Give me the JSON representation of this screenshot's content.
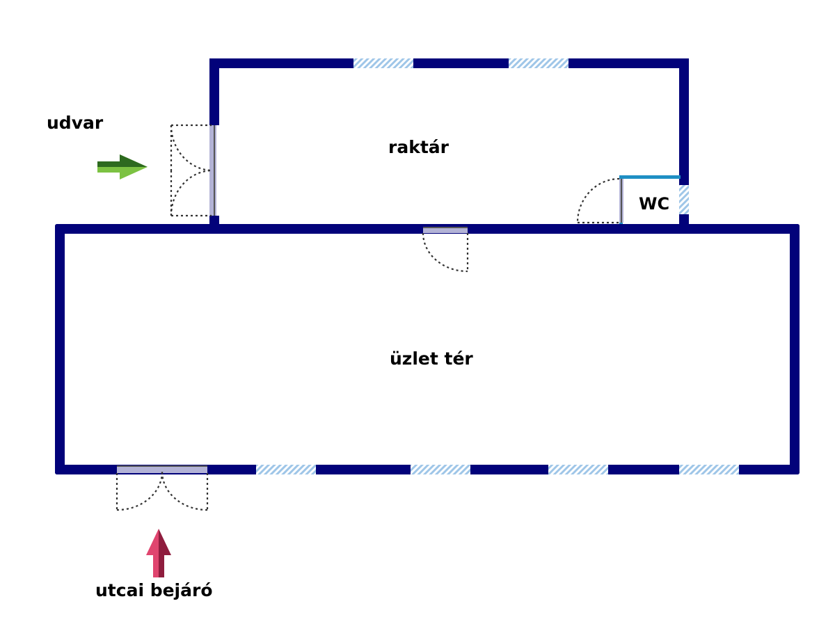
{
  "labels": {
    "courtyard": "udvar",
    "storage": "raktár",
    "wc": "WC",
    "shop_floor": "üzlet tér",
    "street_entrance": "utcai bejáró"
  },
  "colors": {
    "wall": "#02027a",
    "wc_wall": "#1f8fc4",
    "window_stripe": "#9fc6e8",
    "door_leaf": "#b3b3d6",
    "door_edge": "#555555",
    "arrow_green_dark": "#2d6a1f",
    "arrow_green_light": "#7cc242",
    "arrow_red_dark": "#8f1d3e",
    "arrow_red_light": "#e0456f"
  },
  "icons": {
    "courtyard_arrow": "arrow-right-icon",
    "entrance_arrow": "arrow-up-icon"
  }
}
